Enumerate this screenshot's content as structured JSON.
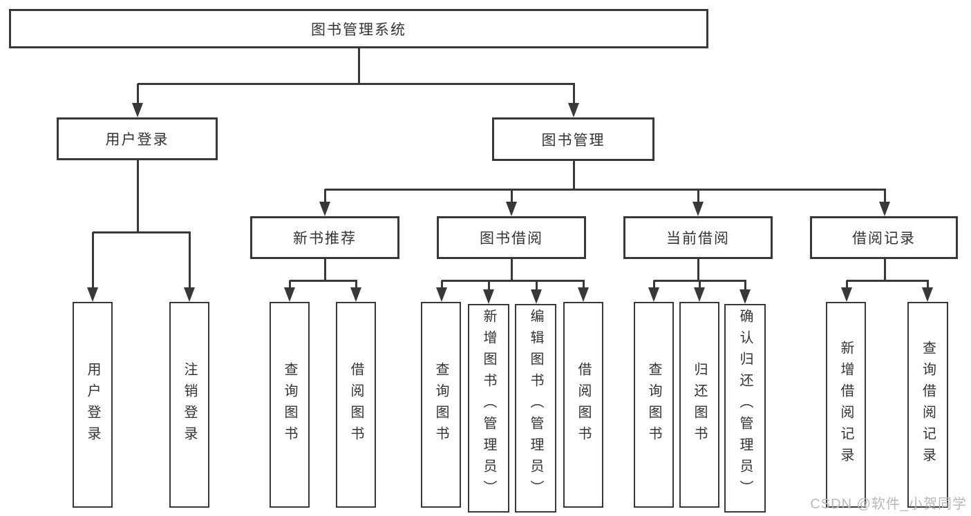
{
  "colors": {
    "line": "#383838",
    "text": "#333333",
    "box_bg": "#ffffff",
    "background": "#ffffff",
    "watermark": "#b8b8b8"
  },
  "watermark": {
    "text": "CSDN @软件_小贺同学"
  },
  "diagram": {
    "type": "tree",
    "nodes": [
      {
        "id": "root",
        "label": "图书管理系统",
        "parent": null,
        "level": 1
      },
      {
        "id": "user-login",
        "label": "用户登录",
        "parent": "root",
        "level": 2
      },
      {
        "id": "book-mgmt",
        "label": "图书管理",
        "parent": "root",
        "level": 2
      },
      {
        "id": "new-book-rec",
        "label": "新书推荐",
        "parent": "book-mgmt",
        "level": 3
      },
      {
        "id": "book-borrow",
        "label": "图书借阅",
        "parent": "book-mgmt",
        "level": 3
      },
      {
        "id": "current-borrow",
        "label": "当前借阅",
        "parent": "book-mgmt",
        "level": 3
      },
      {
        "id": "borrow-records",
        "label": "借阅记录",
        "parent": "book-mgmt",
        "level": 3
      },
      {
        "id": "leaf-user-login",
        "label": "用户登录",
        "parent": "user-login",
        "level": 4
      },
      {
        "id": "leaf-logout",
        "label": "注销登录",
        "parent": "user-login",
        "level": 4
      },
      {
        "id": "leaf-query-book-1",
        "label": "查询图书",
        "parent": "new-book-rec",
        "level": 4
      },
      {
        "id": "leaf-borrow-book-1",
        "label": "借阅图书",
        "parent": "new-book-rec",
        "level": 4
      },
      {
        "id": "leaf-query-book-2",
        "label": "查询图书",
        "parent": "book-borrow",
        "level": 4
      },
      {
        "id": "leaf-add-book",
        "label": "新增图书（管理员）",
        "parent": "book-borrow",
        "level": 4
      },
      {
        "id": "leaf-edit-book",
        "label": "编辑图书（管理员）",
        "parent": "book-borrow",
        "level": 4
      },
      {
        "id": "leaf-borrow-book-2",
        "label": "借阅图书",
        "parent": "book-borrow",
        "level": 4
      },
      {
        "id": "leaf-query-book-3",
        "label": "查询图书",
        "parent": "current-borrow",
        "level": 4
      },
      {
        "id": "leaf-return-book",
        "label": "归还图书",
        "parent": "current-borrow",
        "level": 4
      },
      {
        "id": "leaf-confirm-return",
        "label": "确认归还（管理员）",
        "parent": "current-borrow",
        "level": 4
      },
      {
        "id": "leaf-add-record",
        "label": "新增借阅记录",
        "parent": "borrow-records",
        "level": 4
      },
      {
        "id": "leaf-query-record",
        "label": "查询借阅记录",
        "parent": "borrow-records",
        "level": 4
      }
    ]
  }
}
